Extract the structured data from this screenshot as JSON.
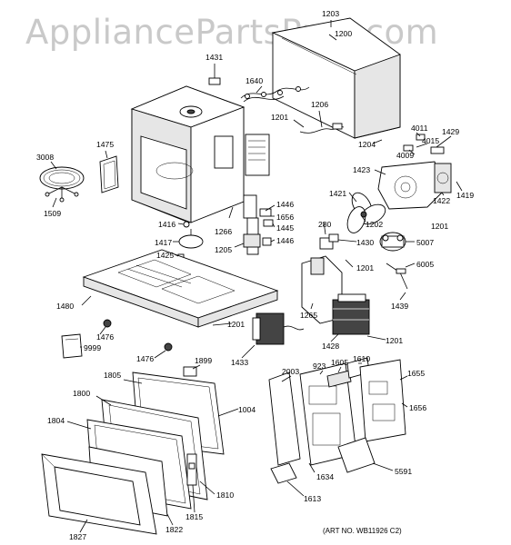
{
  "watermark": "AppliancePartsPros.com",
  "art_number": "(ART NO. WB11926 C2)",
  "callouts": {
    "c1203": "1203",
    "c1200": "1200",
    "c1431": "1431",
    "c1640": "1640",
    "c1206": "1206",
    "c1201": "1201",
    "c1204": "1204",
    "c4011": "4011",
    "c1429": "1429",
    "c4015": "4015",
    "c4009": "4009",
    "c3008": "3008",
    "c1475": "1475",
    "c1423": "1423",
    "c1422": "1422",
    "c1419": "1419",
    "c1509": "1509",
    "c1446": "1446",
    "c1656": "1656",
    "c1445": "1445",
    "c1421": "1421",
    "c1202": "1202",
    "c1416": "1416",
    "c1266": "1266",
    "c280": "280",
    "c1430": "1430",
    "c5007": "5007",
    "c1417": "1417",
    "c1205": "1205",
    "c1425": "1425",
    "c6005": "6005",
    "c1480": "1480",
    "c1265": "1265",
    "c1439": "1439",
    "c1476": "1476",
    "c1428": "1428",
    "c9999": "9999",
    "c1433": "1433",
    "c1899": "1899",
    "c1805": "1805",
    "c2003": "2003",
    "c923": "923",
    "c1605": "1605",
    "c1610": "1610",
    "c1655": "1655",
    "c1800": "1800",
    "c1004": "1004",
    "c1804": "1804",
    "c5591": "5591",
    "c1634": "1634",
    "c1810": "1810",
    "c1613": "1613",
    "c1815": "1815",
    "c1827": "1827",
    "c1822": "1822"
  }
}
